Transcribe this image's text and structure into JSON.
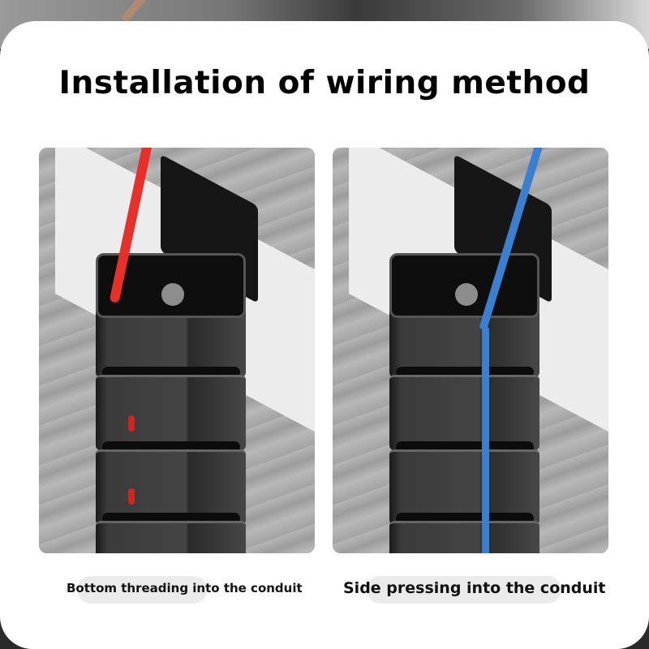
{
  "title": "Installation of wiring method",
  "panels": [
    {
      "caption": "Bottom threading into the conduit",
      "wire_color": "#e8302a",
      "method": "bottom-threading"
    },
    {
      "caption": "Side pressing into the conduit",
      "wire_color": "#3a7fd0",
      "method": "side-pressing"
    }
  ],
  "colors": {
    "card": "#ffffff",
    "caption_pill": "#ebebeb",
    "conduit": "#3b3b3b",
    "text": "#000000"
  }
}
